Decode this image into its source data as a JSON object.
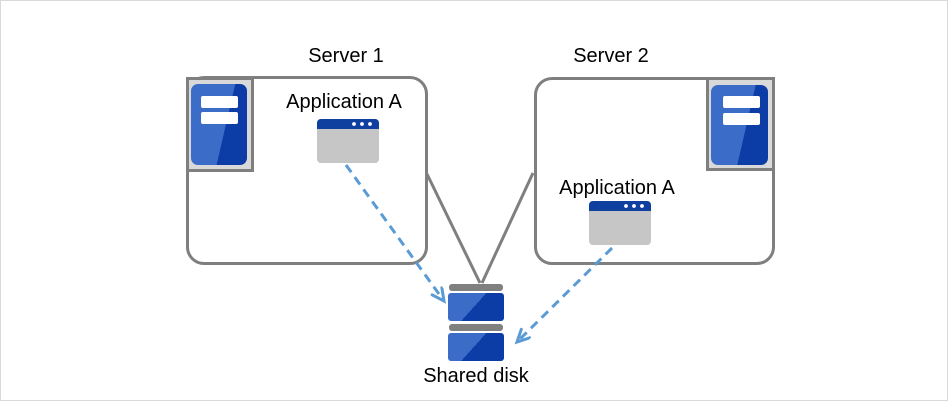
{
  "servers": [
    {
      "name": "Server 1",
      "app_label": "Application A"
    },
    {
      "name": "Server 2",
      "app_label": "Application A"
    }
  ],
  "shared_disk_label": "Shared disk",
  "colors": {
    "connector_gray": "#7f7f7f",
    "arrow_blue": "#5b9bd5",
    "server_blue_light": "#3a6cc8",
    "server_blue_dark": "#0c3ca6",
    "icon_frame_gray": "#d9d9d9",
    "app_titlebar_blue": "#10409f",
    "app_body_gray": "#c6c6c6",
    "disk_bar_gray": "#808080",
    "canvas_border": "#d9d9d9"
  },
  "icons": {
    "server": "server-tower-icon",
    "application": "app-window-icon",
    "disk": "shared-disk-icon"
  }
}
